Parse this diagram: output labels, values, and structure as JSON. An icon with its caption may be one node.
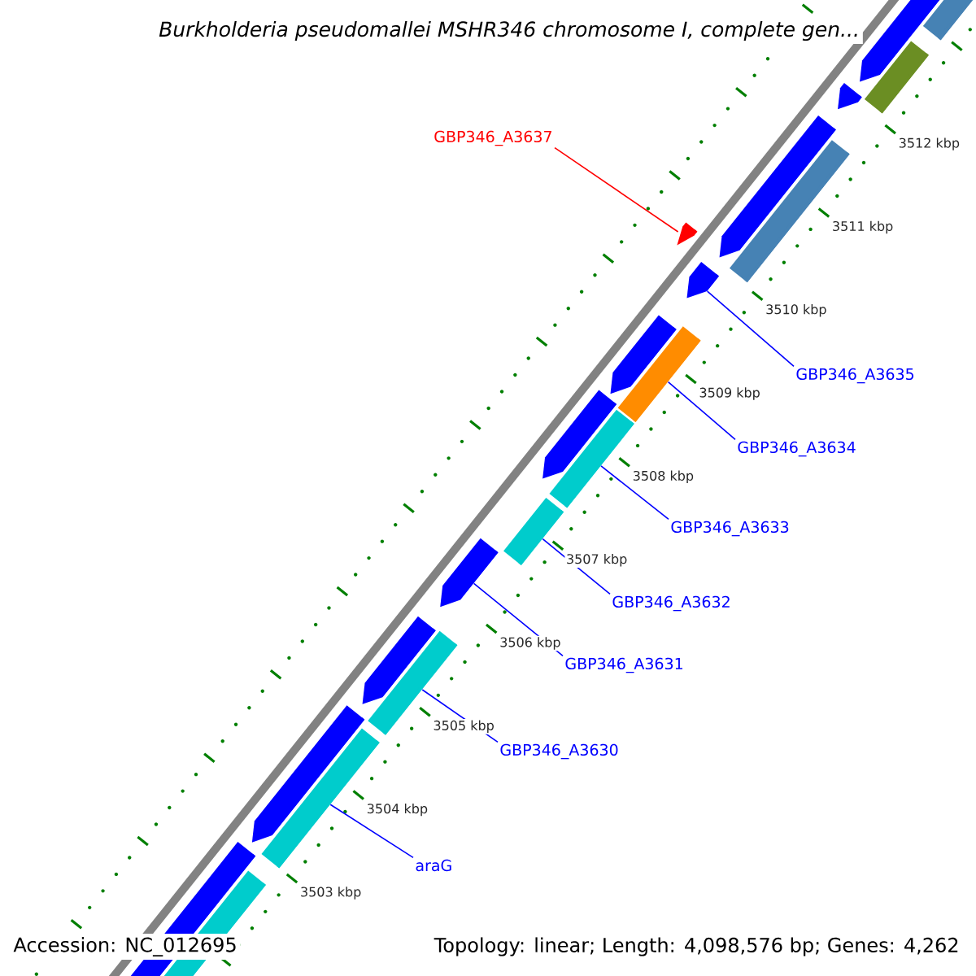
{
  "diagram": {
    "title": "Burkholderia pseudomallei MSHR346 chromosome I, complete gen...",
    "nodes": [
      {
        "text": [
          "GBP346_A3637"
        ]
      },
      {
        "text": [
          "GBP346_A3635"
        ]
      },
      {
        "text": [
          "GBP346_A3634"
        ]
      },
      {
        "text": [
          "GBP346_A3633"
        ]
      },
      {
        "text": [
          "GBP346_A3632"
        ]
      },
      {
        "text": [
          "GBP346_A3631"
        ]
      },
      {
        "text": [
          "GBP346_A3630"
        ]
      },
      {
        "text": [
          "araG"
        ]
      },
      {
        "text": [],
        "shape": "arrow"
      },
      {
        "text": [],
        "shape": "arrow"
      },
      {
        "text": [],
        "shape": "bar"
      },
      {
        "text": [],
        "shape": "bar"
      },
      {
        "text": [],
        "shape": "bar"
      },
      {
        "text": [],
        "shape": "arrow"
      },
      {
        "text": [],
        "shape": "bar"
      },
      {
        "text": [],
        "shape": "bar"
      }
    ],
    "edges": [
      {
        "from": 0,
        "to": 8,
        "arrow": "none",
        "color": "#ff0000"
      },
      {
        "from": 1,
        "to": 9,
        "arrow": "none"
      },
      {
        "from": 2,
        "to": 10,
        "arrow": "none"
      },
      {
        "from": 3,
        "to": 11,
        "arrow": "none"
      },
      {
        "from": 4,
        "to": 12,
        "arrow": "none"
      },
      {
        "from": 5,
        "to": 13,
        "arrow": "none"
      },
      {
        "from": 6,
        "to": 14,
        "arrow": "none"
      },
      {
        "from": 7,
        "to": 15,
        "arrow": "none"
      }
    ],
    "labels": [
      "3512 kbp",
      "3511 kbp",
      "3510 kbp",
      "3509 kbp",
      "3508 kbp",
      "3507 kbp",
      "3506 kbp",
      "3505 kbp",
      "3504 kbp",
      "3503 kbp",
      "Accession: NC_012695",
      "Topology: linear; Length: 4,098,576 bp; Genes: 4,262"
    ]
  }
}
